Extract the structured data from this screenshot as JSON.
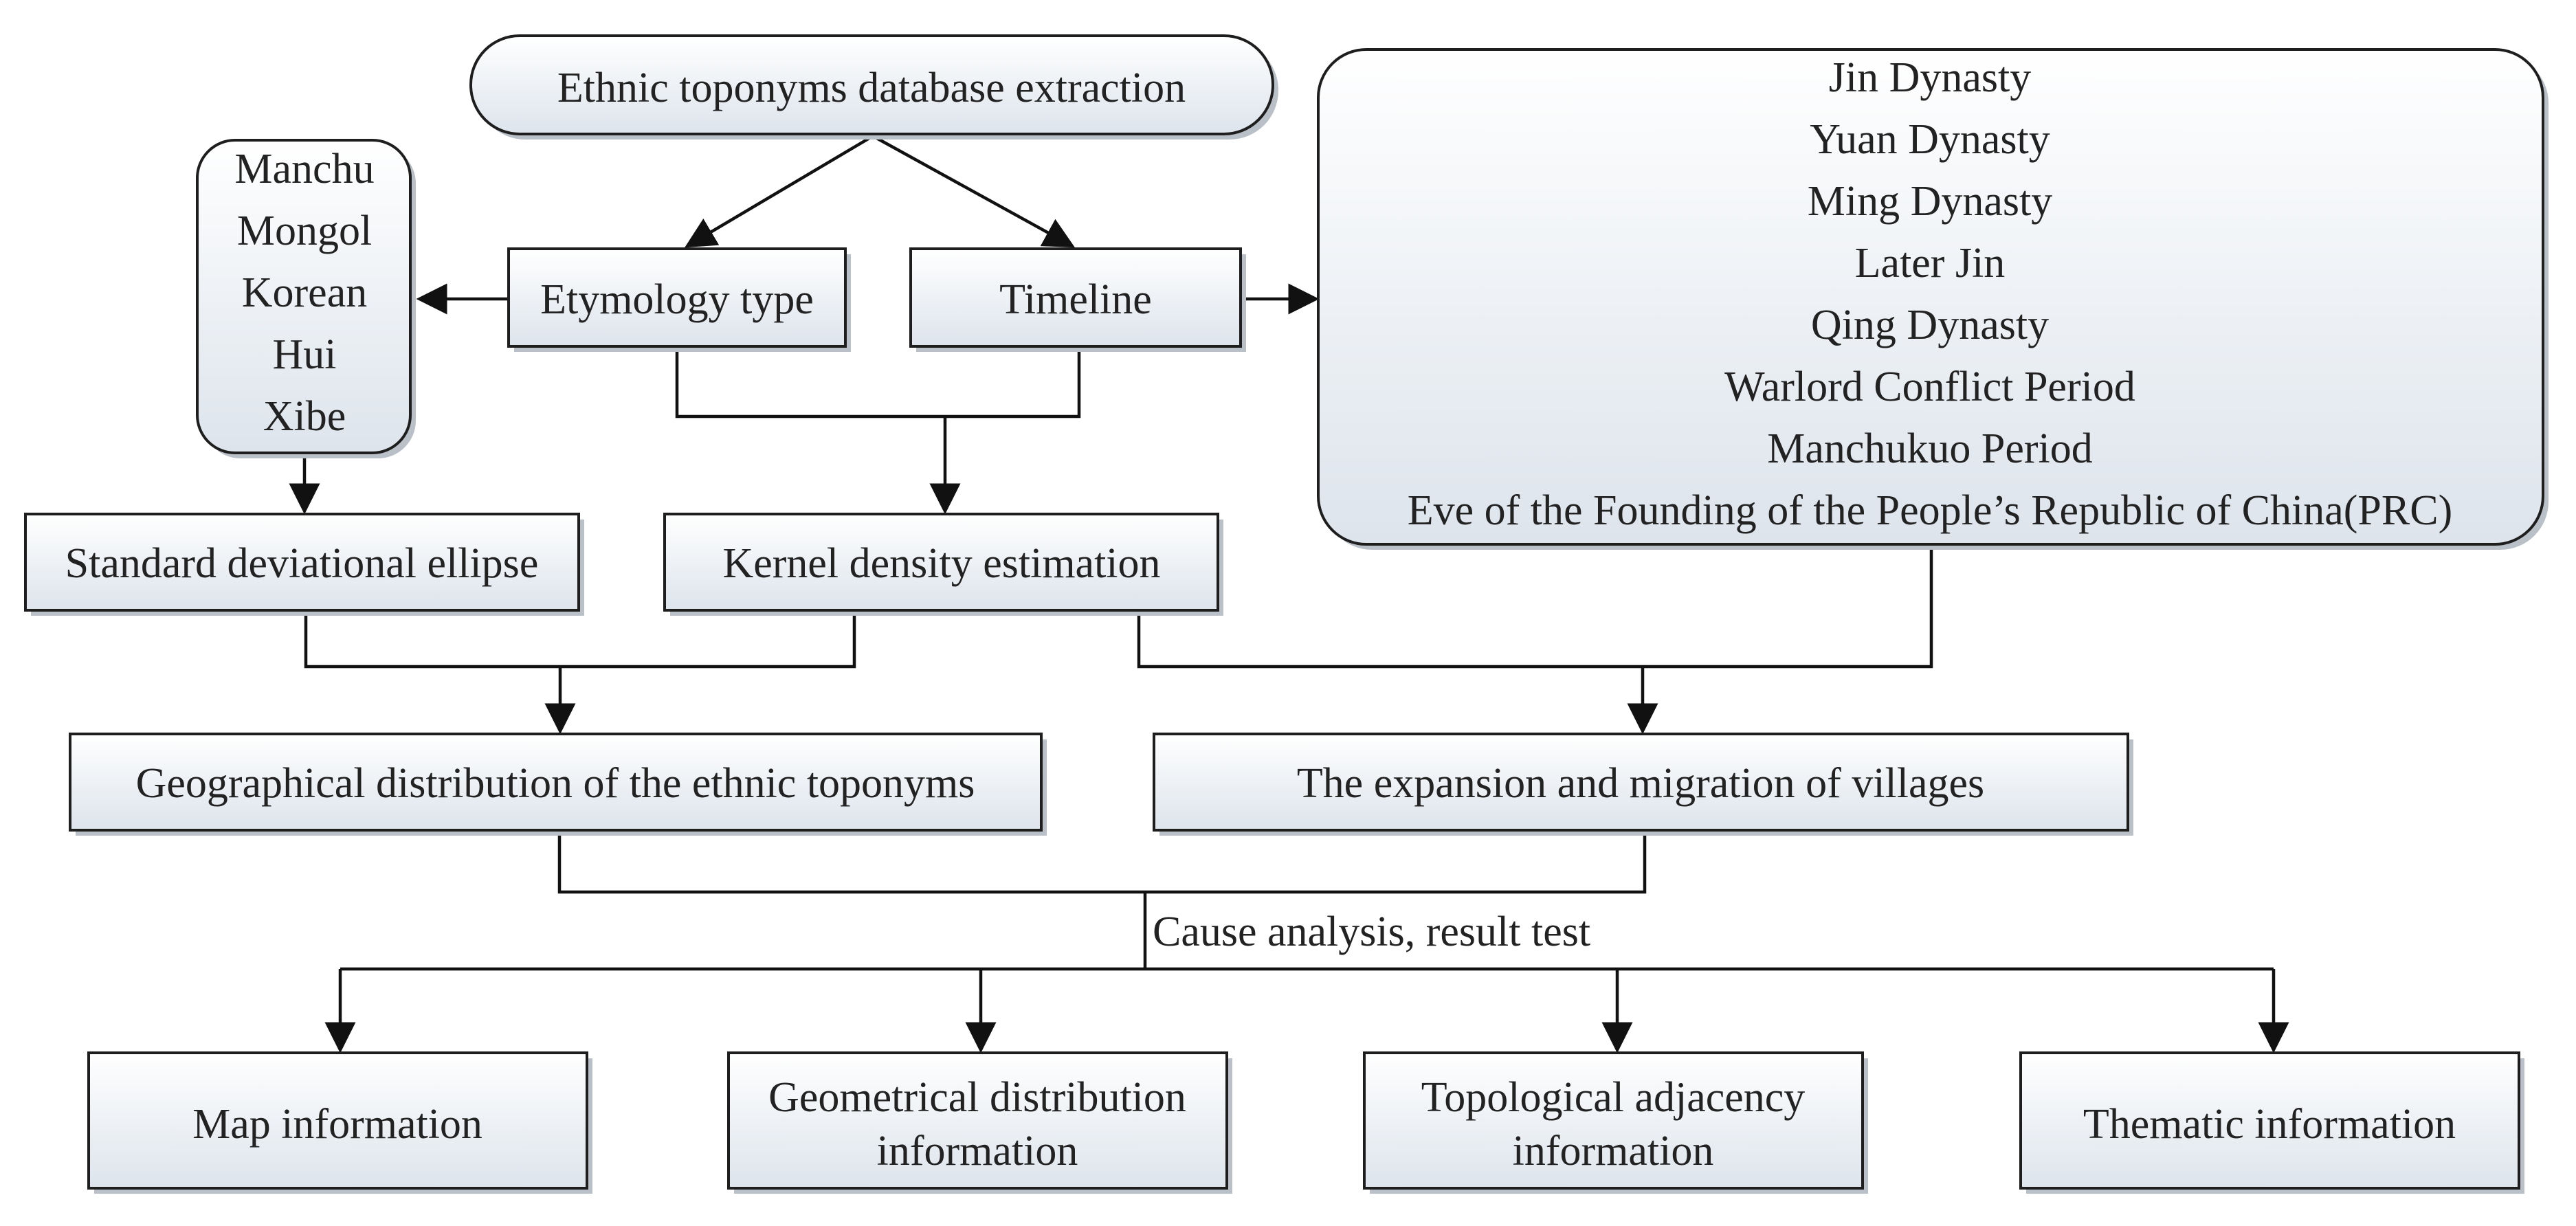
{
  "nodes": {
    "extraction": "Ethnic toponyms database extraction",
    "etymology": "Etymology type",
    "timeline": "Timeline",
    "ethnic_groups": [
      "Manchu",
      "Mongol",
      "Korean",
      "Hui",
      "Xibe"
    ],
    "periods": [
      "Jin Dynasty",
      "Yuan Dynasty",
      "Ming Dynasty",
      "Later Jin",
      "Qing Dynasty",
      "Warlord Conflict Period",
      "Manchukuo Period",
      "Eve of the Founding of the People’s Republic of China(PRC)"
    ],
    "sde": "Standard deviational ellipse",
    "kde": "Kernel density estimation",
    "geo_distribution": "Geographical distribution of the ethnic toponyms",
    "expansion": "The expansion and migration of villages",
    "cause_label": "Cause analysis, result test",
    "outputs": [
      [
        "Map information"
      ],
      [
        "Geometrical distribution",
        "information"
      ],
      [
        "Topological adjacency",
        "information"
      ],
      [
        "Thematic information"
      ]
    ]
  },
  "colors": {
    "box_fill_top": "#ffffff",
    "box_fill_bottom": "#dde4ec",
    "stroke": "#1e1e1e",
    "text": "#222222"
  }
}
